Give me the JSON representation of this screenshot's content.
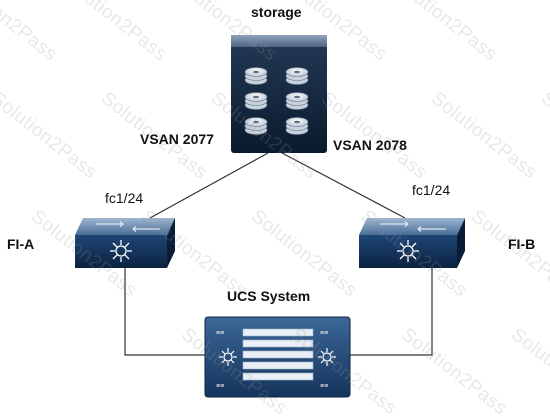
{
  "watermark": "Solution2Pass",
  "storage": {
    "label": "storage"
  },
  "links": {
    "vsan_left": "VSAN 2077",
    "vsan_right": "VSAN 2078",
    "port_left": "fc1/24",
    "port_right": "fc1/24"
  },
  "switches": {
    "left": {
      "label": "FI-A"
    },
    "right": {
      "label": "FI-B"
    }
  },
  "ucs": {
    "label": "UCS System"
  },
  "colors": {
    "line": "#333333",
    "device_dark": "#0c2340",
    "device_mid": "#1a3a62",
    "device_light": "#3b6aa0"
  }
}
